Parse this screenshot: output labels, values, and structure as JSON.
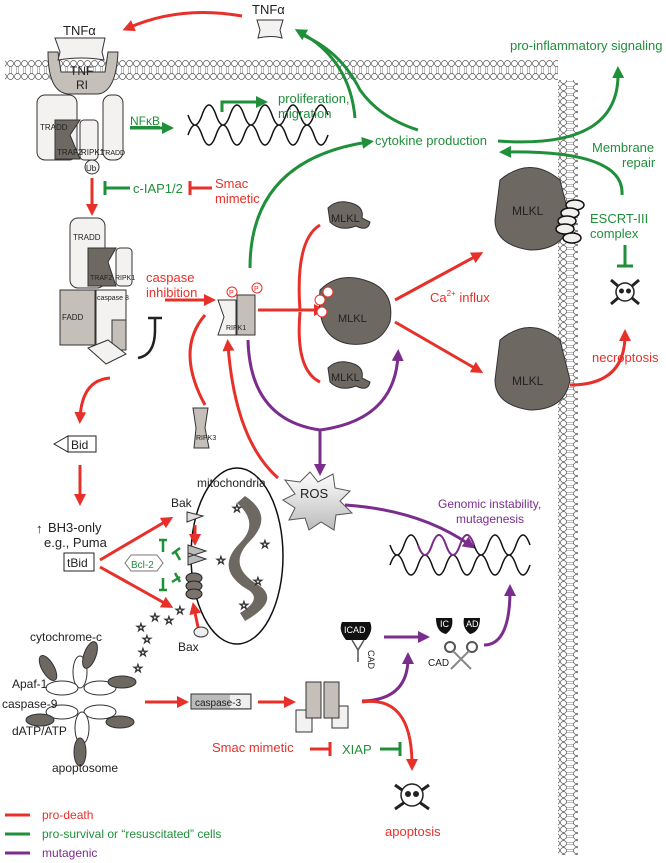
{
  "colors": {
    "pro_death": "#e8302a",
    "pro_survival": "#1f8f3a",
    "mutagenic": "#7b2d8e"
  },
  "labels": {
    "tnfa_free": "TNFα",
    "tnfa_bound": "TNFα",
    "tnfr1_a": "TNF",
    "tnfr1_b": "RI",
    "tradd": "TRADD",
    "traf2": "TRAF2",
    "ripk1": "RIPK1",
    "ub": "Ub",
    "fadd": "FADD",
    "caspase8": "caspase 8",
    "nfkb": "NFκB",
    "proliferation": "proliferation,",
    "migration": "migration",
    "cytokine": "cytokine production",
    "proinflammatory": "pro-inflammatory signaling",
    "membrane_repair_1": "Membrane",
    "membrane_repair_2": "repair",
    "escrt_1": "ESCRT-III",
    "escrt_2": "complex",
    "necroptosis": "necroptosis",
    "ciap": "c-IAP1/2",
    "smac1_a": "Smac",
    "smac1_b": "mimetic",
    "casp_inh_1": "caspase",
    "casp_inh_2": "inhibition",
    "ripk3": "RIPK3",
    "p": "P",
    "mlkl": "MLKL",
    "ca_influx": "Ca",
    "ca_sup": "2+",
    "ca_influx_2": " influx",
    "bid": "Bid",
    "bh3_1": "BH3-only",
    "bh3_2": "e.g., Puma",
    "tbid": "tBid",
    "bcl2": "Bcl-2",
    "mitochondria": "mitochondria",
    "ros": "ROS",
    "bak": "Bak",
    "bax": "Bax",
    "cytochrome": "cytochrome-c",
    "apaf": "Apaf-1",
    "casp9": "caspase-9",
    "datp": "dATP/ATP",
    "apoptosome": "apoptosome",
    "casp3": "caspase-3",
    "genomic_1": "Genomic instability,",
    "genomic_2": "mutagenesis",
    "icad": "ICAD",
    "cad": "CAD",
    "ic": "IC",
    "ad": "AD",
    "smac2": "Smac mimetic",
    "xiap": "XIAP",
    "apoptosis": "apoptosis"
  },
  "legend": [
    {
      "label": "pro-death",
      "color": "#e8302a"
    },
    {
      "label": "pro-survival or “resuscitated” cells",
      "color": "#1f8f3a"
    },
    {
      "label": "mutagenic",
      "color": "#7b2d8e"
    }
  ]
}
